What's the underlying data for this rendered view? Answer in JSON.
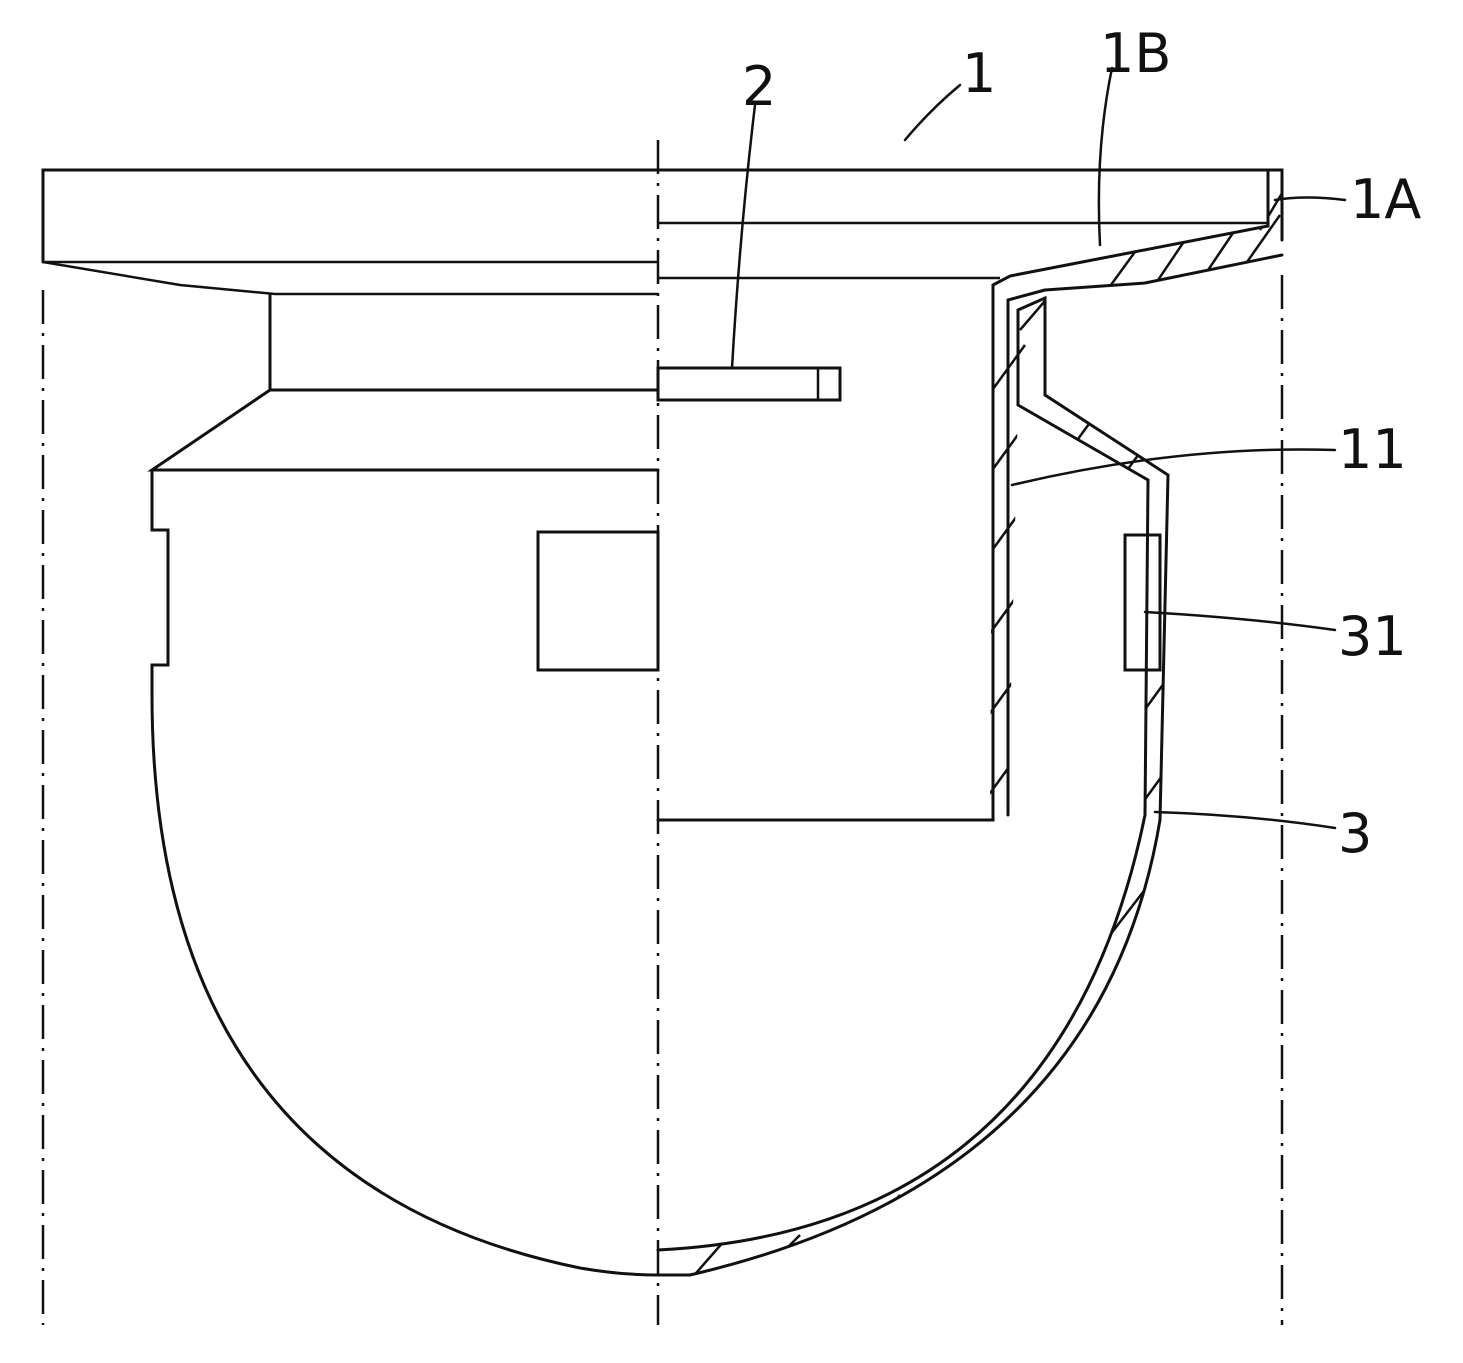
{
  "labels": {
    "l1": "1",
    "l1B": "1B",
    "l1A": "1A",
    "l2": "2",
    "l11": "11",
    "l31": "31",
    "l3": "3"
  }
}
